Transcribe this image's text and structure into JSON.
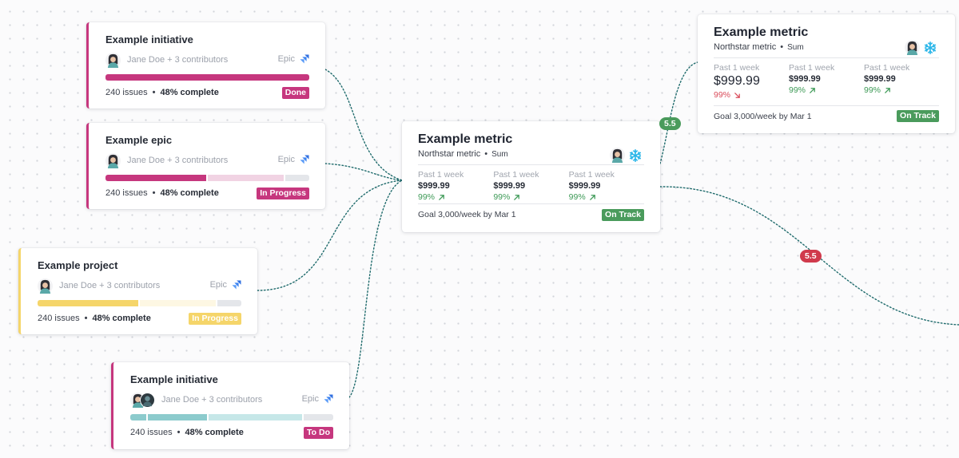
{
  "colors": {
    "magenta": "#c6377e",
    "magenta_light": "#f1d3e3",
    "yellow": "#f5d56a",
    "yellow_light": "#fdf7e3",
    "teal": "#8ccbcd",
    "teal_light": "#c6e7e8",
    "empty": "#e4e6ea",
    "green": "#4a9b5c",
    "red": "#d03a4c",
    "trend_green": "#3e9a57",
    "trend_red": "#d94b5a",
    "connector": "#1f6b6c"
  },
  "work_items": [
    {
      "title": "Example initiative",
      "contributors": "Jane Doe + 3 contributors",
      "type": "Epic",
      "issues": "240 issues",
      "complete": "48% complete",
      "status": "Done",
      "progress": [
        1.0,
        0.0
      ]
    },
    {
      "title": "Example epic",
      "contributors": "Jane Doe + 3 contributors",
      "type": "Epic",
      "issues": "240 issues",
      "complete": "48% complete",
      "status": "In Progress",
      "progress": [
        0.5,
        0.38
      ]
    },
    {
      "title": "Example project",
      "contributors": "Jane Doe + 3 contributors",
      "type": "Epic",
      "issues": "240 issues",
      "complete": "48% complete",
      "status": "In Progress",
      "progress": [
        0.5,
        0.38
      ]
    },
    {
      "title": "Example initiative",
      "contributors": "Jane Doe + 3 contributors",
      "type": "Epic",
      "issues": "240 issues",
      "complete": "48% complete",
      "status": "To Do",
      "progress": [
        0.08,
        0.3,
        0.47
      ]
    }
  ],
  "metrics": [
    {
      "title": "Example metric",
      "subtitle": "Northstar metric",
      "aggregation": "Sum",
      "columns": [
        {
          "label": "Past 1 week",
          "value": "$999.99",
          "delta": "99%",
          "trend": "down"
        },
        {
          "label": "Past 1 week",
          "value": "$999.99",
          "delta": "99%",
          "trend": "up"
        },
        {
          "label": "Past 1 week",
          "value": "$999.99",
          "delta": "99%",
          "trend": "up"
        }
      ],
      "goal": "Goal  3,000/week  by Mar 1",
      "status": "On Track"
    },
    {
      "title": "Example metric",
      "subtitle": "Northstar metric",
      "aggregation": "Sum",
      "columns": [
        {
          "label": "Past 1 week",
          "value": "$999.99",
          "delta": "99%",
          "trend": "up"
        },
        {
          "label": "Past 1 week",
          "value": "$999.99",
          "delta": "99%",
          "trend": "up"
        },
        {
          "label": "Past 1 week",
          "value": "$999.99",
          "delta": "99%",
          "trend": "up"
        }
      ],
      "goal": "Goal  3,000/week  by Mar 1",
      "status": "On Track"
    }
  ],
  "edges": [
    {
      "label": "5.5",
      "tone": "green"
    },
    {
      "label": "5.5",
      "tone": "red"
    }
  ],
  "icons": {
    "avatar": "person-avatar-icon",
    "jira": "jira-epic-icon",
    "snowflake": "snowflake-icon",
    "trend_up": "arrow-up-right-icon",
    "trend_down": "arrow-down-right-icon"
  }
}
